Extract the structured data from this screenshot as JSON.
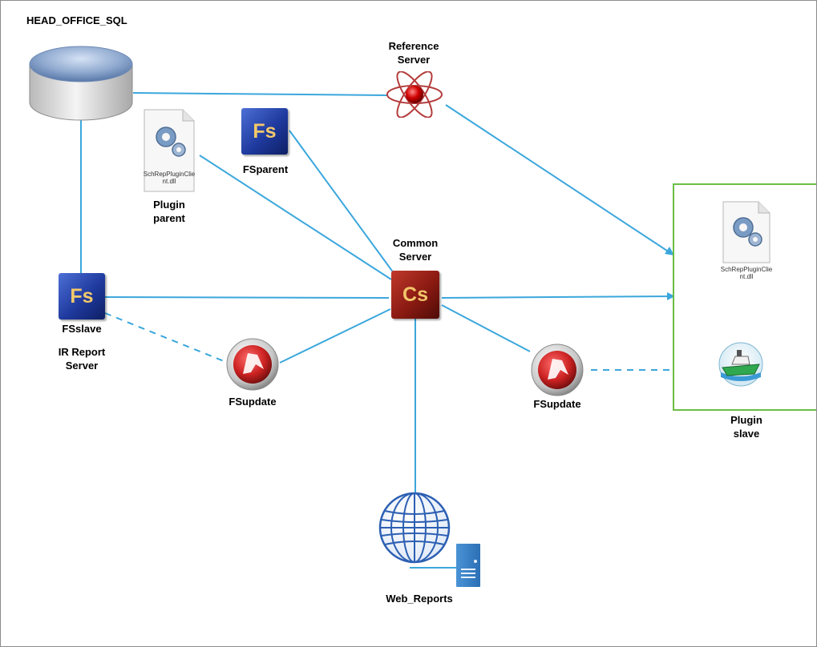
{
  "nodes": {
    "head_office": "HEAD_OFFICE_SQL",
    "reference_server": [
      "Reference",
      "Server"
    ],
    "plugin_parent": [
      "Plugin",
      "parent"
    ],
    "plugin_parent_file": [
      "SchRepPluginClie",
      "nt.dll"
    ],
    "fs_parent": "FSparent",
    "fs_parent_glyph": "Fs",
    "common_server": [
      "Common",
      "Server"
    ],
    "common_server_glyph": "Cs",
    "fs_slave": "FSslave",
    "fs_slave_glyph": "Fs",
    "ir_report_server": [
      "IR Report",
      "Server"
    ],
    "fsupdate_left": "FSupdate",
    "fsupdate_right": "FSupdate",
    "plugin_slave_file": [
      "SchRepPluginClie",
      "nt.dll"
    ],
    "plugin_slave": [
      "Plugin",
      "slave"
    ],
    "web_reports": "Web_Reports"
  },
  "colors": {
    "connector": "#3ba7dc",
    "slave_frame": "#6abe45",
    "fs_blue": "#1f3a9e",
    "cs_red": "#8a1a12",
    "update_red": "#cc2222"
  }
}
